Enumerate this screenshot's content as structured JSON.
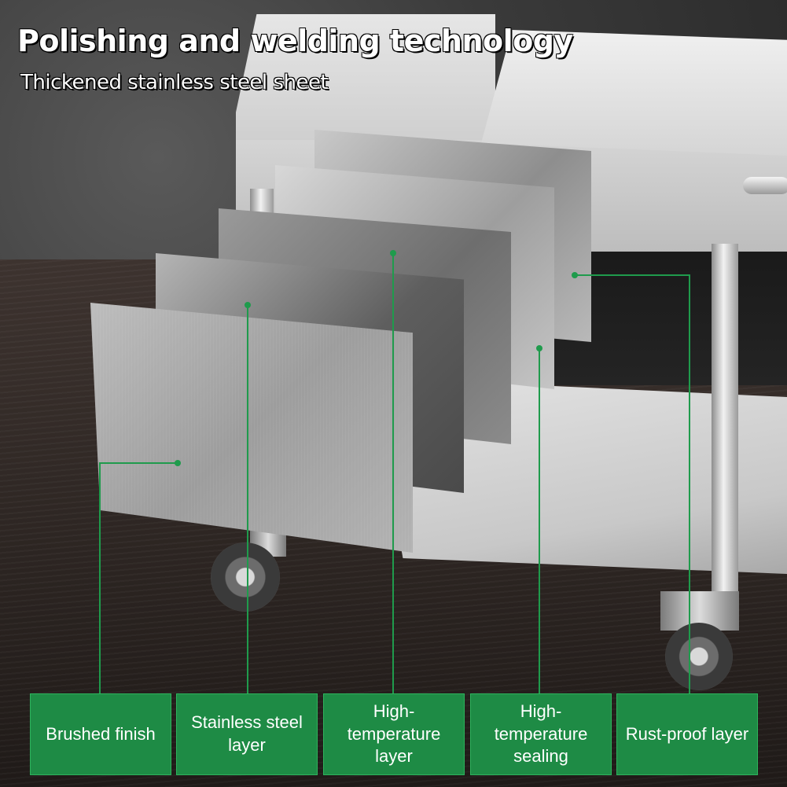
{
  "headline": {
    "title": "Polishing and welding technology",
    "subtitle": "Thickened stainless steel sheet"
  },
  "layers": [
    {
      "label": "Brushed finish"
    },
    {
      "label": "Stainless steel layer"
    },
    {
      "label": "High-temperature layer"
    },
    {
      "label": "High-temperature sealing"
    },
    {
      "label": "Rust-proof layer"
    }
  ],
  "colors": {
    "callout_green": "#1e8b45",
    "callout_line": "#1f9b4c",
    "text": "#ffffff"
  }
}
